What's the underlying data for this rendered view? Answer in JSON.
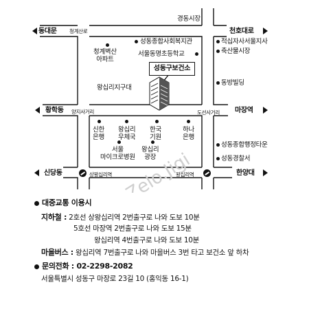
{
  "map": {
    "roads": {
      "top_left_destination": "동대문",
      "top_left_street": "청계산로",
      "top_right_destination": "천호대로",
      "top_center_landmark": "경동시장",
      "middle_left_destination": "황학동",
      "middle_left_street": "양지사거리",
      "middle_right_destination": "마장역",
      "middle_right_street": "도선사거리",
      "bottom_left_destination": "신당동",
      "bottom_left_station": "상왕십리역",
      "bottom_right_station": "왕십리역",
      "bottom_right_destination": "한양대"
    },
    "landmarks": {
      "welfare_center": "성동종합사회복지관",
      "apartment": "청계벽산\n아파트",
      "elementary_school": "서울동명초등학교",
      "district": "왕십리지구대",
      "health_center": "성동구보건소",
      "red_cross": "적십자사서울지사",
      "livestock_market": "축산물시장",
      "dongbang_building": "동방빌딩",
      "shinhan_bank": "신한\n은행",
      "wangsimni_post": "왕십리\n우체국",
      "korea_ginseng": "한국\n기원",
      "hana_bank": "하나\n은행",
      "micro_hospital": "서울\n마이크로병원",
      "wangsimni_plaza": "왕십리\n광장",
      "administrative_town": "성동종합행정타운",
      "police_station": "성동경찰서"
    },
    "watermark": "Zelo.Jigi"
  },
  "info": {
    "transit_title": "대중교통 이용시",
    "subway_label": "지하철 :",
    "subway_line1": "2호선 상왕십리역 2번출구로 나와 도보 10분",
    "subway_line2": "5호선 마장역 2번출구로 나와 도보 15분",
    "subway_line3": "왕십리역 4번출구로 나와 도보 10분",
    "bus_label": "마을버스 :",
    "bus_text": "왕십리역 7번출구로 나와 마을버스 3번 타고 보건소 앞 하차",
    "phone_label": "문의전화 :",
    "phone": "02-2298-2082",
    "address": "서울특별시 성동구 마장로 23길 10 (홍익동 16-1)"
  }
}
